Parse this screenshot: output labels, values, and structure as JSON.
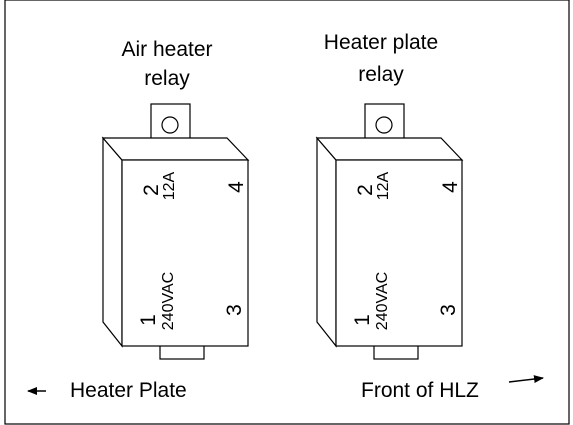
{
  "relays": [
    {
      "title_line1": "Air heater",
      "title_line2": "relay",
      "terminal_2": "2",
      "rating_current": "12A",
      "terminal_4": "4",
      "terminal_1": "1",
      "rating_voltage": "240VAC",
      "terminal_3": "3"
    },
    {
      "title_line1": "Heater plate",
      "title_line2": "relay",
      "terminal_2": "2",
      "rating_current": "12A",
      "terminal_4": "4",
      "terminal_1": "1",
      "rating_voltage": "240VAC",
      "terminal_3": "3"
    }
  ],
  "bottom": {
    "left_label": "Heater Plate",
    "right_label": "Front of HLZ"
  }
}
